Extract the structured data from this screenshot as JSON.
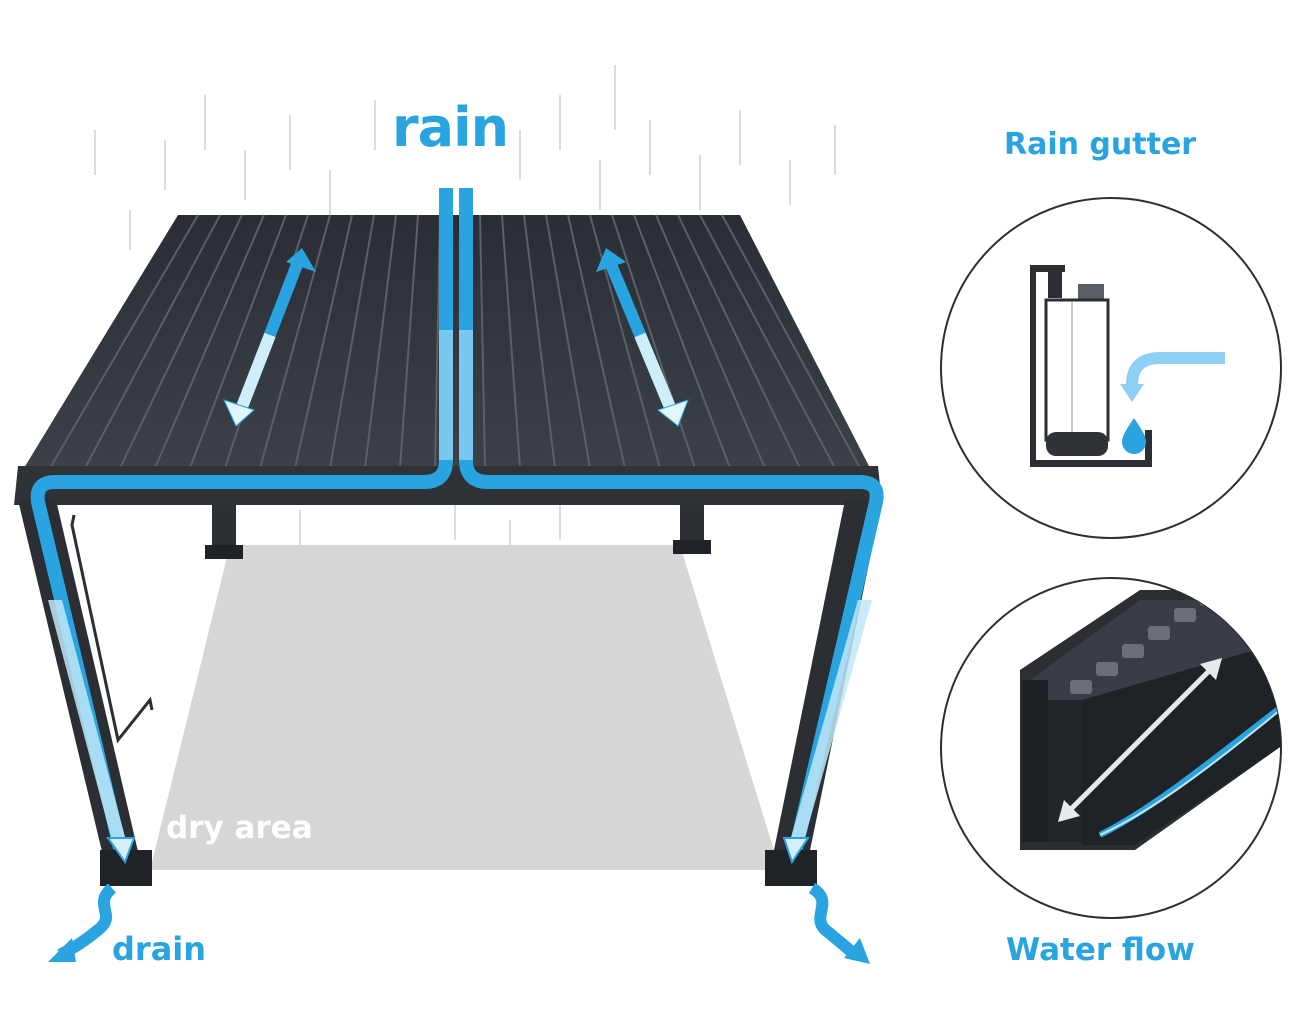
{
  "labels": {
    "rain": "rain",
    "drain": "drain",
    "dry_area": "dry area",
    "rain_gutter": "Rain gutter",
    "water_flow": "Water flow"
  },
  "colors": {
    "accent_blue": "#2aa4e0",
    "roof_dark": "#33373d",
    "dry_area_gray": "#d6d6d6",
    "dry_text": "#ffffff"
  }
}
